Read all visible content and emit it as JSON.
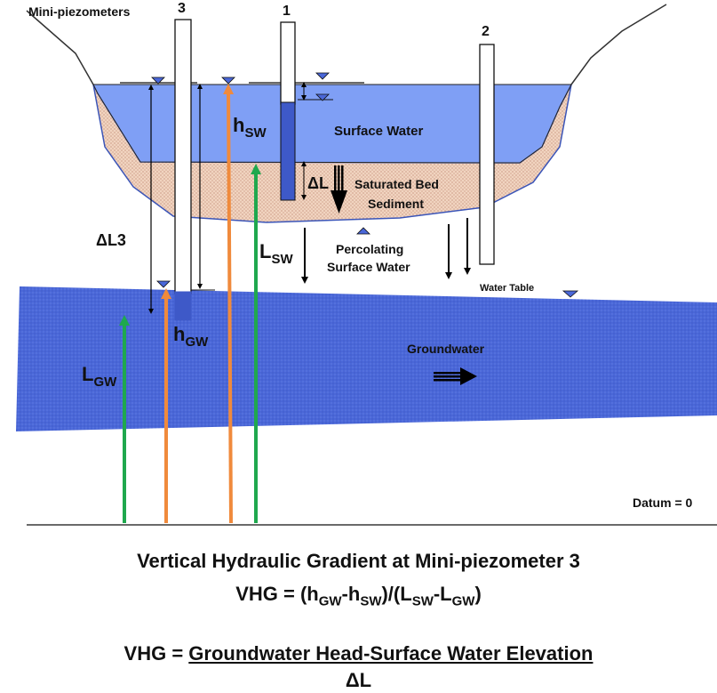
{
  "labels": {
    "mini_piezometers": "Mini-piezometers",
    "piezo_1": "1",
    "piezo_2": "2",
    "piezo_3": "3",
    "surface_water": "Surface Water",
    "saturated_bed_1": "Saturated Bed",
    "saturated_bed_2": "Sediment",
    "percolating_1": "Percolating",
    "percolating_2": "Surface Water",
    "water_table": "Water Table",
    "groundwater": "Groundwater",
    "datum": "Datum = 0",
    "delta_l": "ΔL",
    "delta_l3": "ΔL3",
    "h_main": "h",
    "h_sw_sub": "SW",
    "h_gw_sub": "GW",
    "l_main": "L",
    "l_sw_sub": "SW",
    "l_gw_sub": "GW"
  },
  "caption": {
    "line1": "Vertical Hydraulic Gradient at Mini-piezometer 3",
    "line2_prefix": "VHG = (h",
    "line2_sub1": "GW",
    "line2_mid1": "-h",
    "line2_sub2": "SW",
    "line2_mid2": ")/(L",
    "line2_sub3": "SW",
    "line2_mid3": "-L",
    "line2_sub4": "GW",
    "line2_suffix": ")",
    "line3_prefix": "VHG = ",
    "line3_underlined": "Groundwater Head-Surface Water Elevation",
    "line4": "ΔL"
  },
  "colors": {
    "surface_water": "#7f9ff5",
    "groundwater": "#4a67d8",
    "sediment": "#f1d4c0",
    "arrow_orange": "#f08a3c",
    "arrow_green": "#1fa84e",
    "piezo_fill": "#3e59c8"
  }
}
